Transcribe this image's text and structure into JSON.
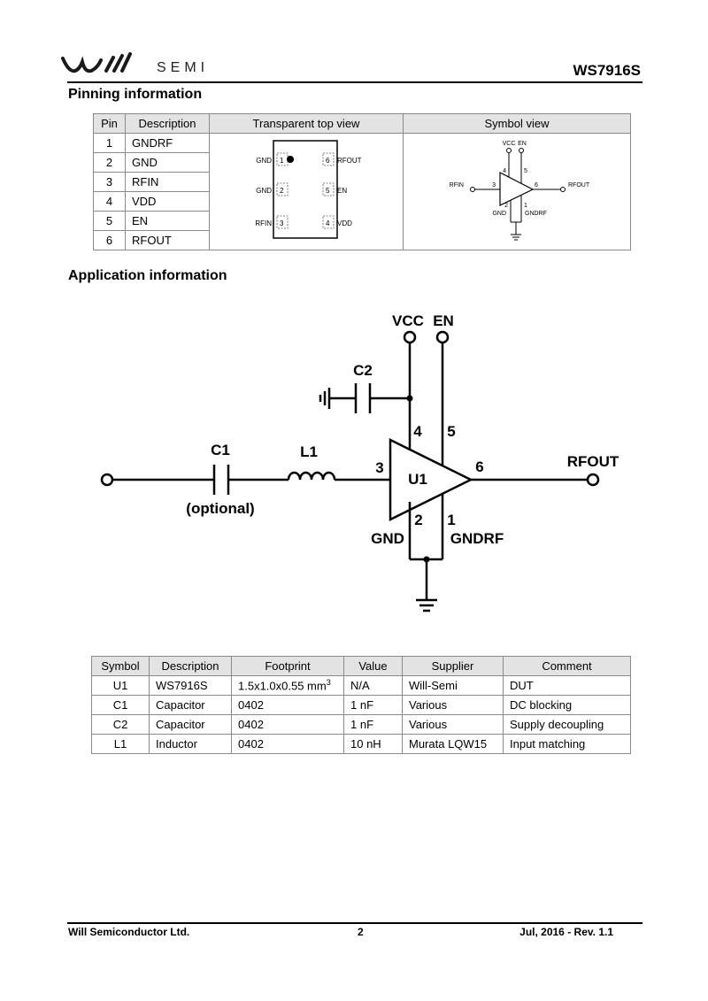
{
  "header": {
    "logo_text": "SEMI",
    "part_number": "WS7916S"
  },
  "pinning": {
    "title": "Pinning information",
    "headers": [
      "Pin",
      "Description",
      "Transparent top view",
      "Symbol view"
    ],
    "rows": [
      {
        "pin": "1",
        "desc": "GNDRF"
      },
      {
        "pin": "2",
        "desc": "GND"
      },
      {
        "pin": "3",
        "desc": "RFIN"
      },
      {
        "pin": "4",
        "desc": "VDD"
      },
      {
        "pin": "5",
        "desc": "EN"
      },
      {
        "pin": "6",
        "desc": "RFOUT"
      }
    ],
    "top_view": {
      "left_labels": [
        "GND",
        "GND",
        "RFIN"
      ],
      "left_nums": [
        "1",
        "2",
        "3"
      ],
      "right_labels": [
        "RFOUT",
        "EN",
        "VDD"
      ],
      "right_nums": [
        "6",
        "5",
        "4"
      ]
    },
    "symbol_view": {
      "vcc": "VCC",
      "en": "EN",
      "rfin": "RFIN",
      "rfout": "RFOUT",
      "gnd": "GND",
      "gndrf": "GNDRF",
      "pin4": "4",
      "pin5": "5",
      "pin3": "3",
      "pin6": "6",
      "pin2": "2",
      "pin1": "1"
    }
  },
  "application": {
    "title": "Application information",
    "schematic": {
      "vcc": "VCC",
      "en": "EN",
      "c2": "C2",
      "c1": "C1",
      "optional": "(optional)",
      "l1": "L1",
      "u1": "U1",
      "rfout": "RFOUT",
      "gnd": "GND",
      "gndrf": "GNDRF",
      "pin4": "4",
      "pin5": "5",
      "pin3": "3",
      "pin6": "6",
      "pin2": "2",
      "pin1": "1"
    },
    "bom_headers": [
      "Symbol",
      "Description",
      "Footprint",
      "Value",
      "Supplier",
      "Comment"
    ],
    "bom": [
      {
        "symbol": "U1",
        "desc": "WS7916S",
        "footprint": "1.5x1.0x0.55 mm",
        "footprint_sup": "3",
        "value": "N/A",
        "supplier": "Will-Semi",
        "comment": "DUT"
      },
      {
        "symbol": "C1",
        "desc": "Capacitor",
        "footprint": "0402",
        "footprint_sup": "",
        "value": "1 nF",
        "supplier": "Various",
        "comment": "DC blocking"
      },
      {
        "symbol": "C2",
        "desc": "Capacitor",
        "footprint": "0402",
        "footprint_sup": "",
        "value": "1 nF",
        "supplier": "Various",
        "comment": "Supply decoupling"
      },
      {
        "symbol": "L1",
        "desc": "Inductor",
        "footprint": "0402",
        "footprint_sup": "",
        "value": "10 nH",
        "supplier": "Murata LQW15",
        "comment": "Input matching"
      }
    ]
  },
  "footer": {
    "company": "Will Semiconductor Ltd.",
    "page": "2",
    "date_rev": "Jul, 2016 - Rev. 1.1"
  }
}
